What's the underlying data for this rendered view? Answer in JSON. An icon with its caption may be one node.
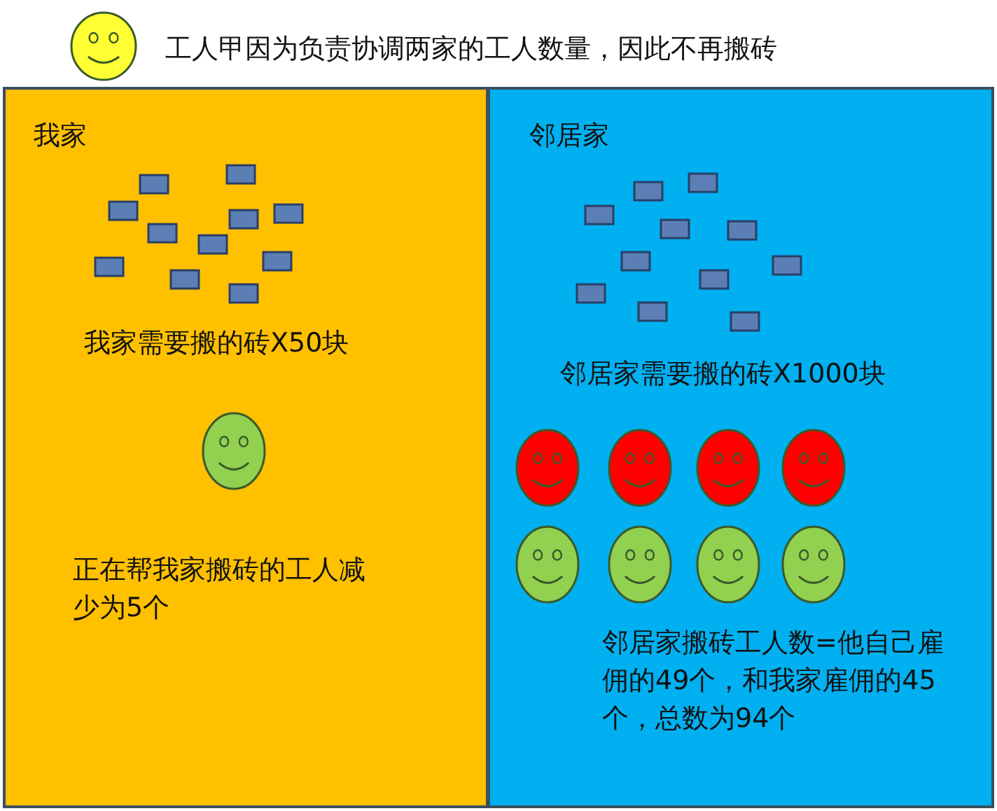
{
  "diagram": {
    "nodes": [
      {
        "text": [
          "我家"
        ]
      },
      {
        "text": [
          "我家需要搬的砖X50块"
        ],
        "in": 0
      },
      {
        "text": [
          "正在帮我家搬砖的工人减少为5个"
        ],
        "in": 0
      },
      {
        "text": [
          "邻居家"
        ]
      },
      {
        "text": [
          "邻居家需要搬的砖X1000块"
        ],
        "in": 3
      },
      {
        "text": [
          "邻居家搬砖工人数=他自己雇佣的49个，和我家雇佣的45个，总数为94个"
        ],
        "in": 3
      }
    ],
    "edges": [],
    "labels": [
      "工人甲因为负责协调两家的工人数量，因此不再搬砖"
    ]
  }
}
